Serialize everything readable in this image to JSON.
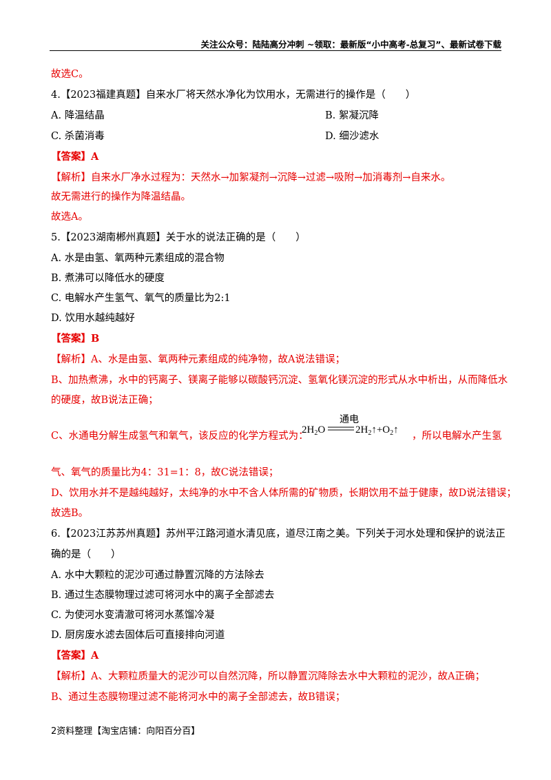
{
  "header": {
    "text": "关注公众号：陆陆高分冲刺 ~领取：最新版“小中高考-总复习”、最新试卷下载"
  },
  "lines": {
    "l01": "故选C。",
    "l02": "4.【2023福建真题】自来水厂将天然水净化为饮用水，无需进行的操作是（　　）",
    "l03a": "A. 降温结晶",
    "l03b": "B. 絮凝沉降",
    "l04a": "C. 杀菌消毒",
    "l04b": "D. 细沙滤水",
    "l05": "【答案】A",
    "l06": "【解析】自来水厂净水过程为：天然水→加絮凝剂→沉降→过滤→吸附→加消毒剂→自来水。",
    "l07": "故无需进行的操作为降温结晶。",
    "l08": "故选A。",
    "l09": "5.【2023湖南郴州真题】关于水的说法正确的是（　　）",
    "l10": "A. 水是由氢、氧两种元素组成的混合物",
    "l11": "B. 煮沸可以降低水的硬度",
    "l12": "C. 电解水产生氢气、氧气的质量比为2:1",
    "l13": "D. 饮用水越纯越好",
    "l14": "【答案】B",
    "l15": "【解析】A、水是由氢、氧两种元素组成的纯净物，故A说法错误；",
    "l16": "B、加热煮沸，水中的钙离子、镁离子能够以碳酸钙沉淀、氢氧化镁沉淀的形式从水中析出，从而降低水",
    "l17": "的硬度，故B说法正确；",
    "l18": "C、水通电分解生成氢气和氧气，该反应的化学方程式为：",
    "l18b": "，所以电解水产生氢",
    "l19": "气、氧气的质量比为4：31=1：8，故C说法错误；",
    "l20": "D、饮用水并不是越纯越好，太纯净的水中不含人体所需的矿物质，长期饮用不益于健康，故D说法错误；",
    "l21": "故选B。",
    "l22": "6.【2023江苏苏州真题】苏州平江路河道水清见底，道尽江南之美。下列关于河水处理和保护的说法正",
    "l23": "确的是（　　）",
    "l24": "A. 水中大颗粒的泥沙可通过静置沉降的方法除去",
    "l25": "B. 通过生态膜物理过滤可将河水中的离子全部滤去",
    "l26": "C. 为使河水变清澈可将河水蒸馏冷凝",
    "l27": "D. 厨房废水滤去固体后可直接排向河道",
    "l28": "【答案】A",
    "l29": "【解析】A、大颗粒质量大的泥沙可以自然沉降，所以静置沉降除去水中大颗粒的泥沙，故A正确；",
    "l30": "B、通过生态膜物理过滤不能将河水中的离子全部滤去，故B错误；"
  },
  "formula": {
    "condition": "通电",
    "left": "2H",
    "left_sub": "2",
    "left_tail": "O",
    "right1": "2H",
    "right1_sub": "2",
    "arrow": "↑",
    "plus": "+O",
    "right2_sub": "2"
  },
  "footer": {
    "page": "2",
    "text": "资料整理【淘宝店铺：向阳百分百】"
  }
}
